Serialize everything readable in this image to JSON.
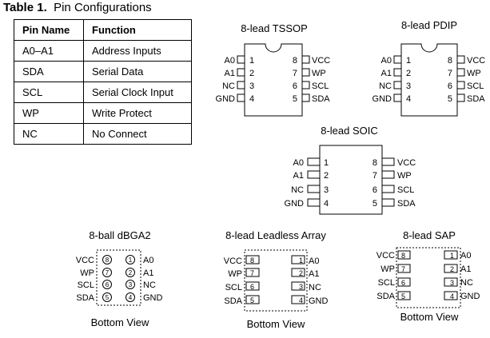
{
  "table": {
    "title_bold": "Table 1.",
    "title_rest": "Pin Configurations",
    "headers": [
      "Pin Name",
      "Function"
    ],
    "rows": [
      [
        "A0–A1",
        "Address Inputs"
      ],
      [
        "SDA",
        "Serial Data"
      ],
      [
        "SCL",
        "Serial Clock Input"
      ],
      [
        "WP",
        "Write Protect"
      ],
      [
        "NC",
        "No Connect"
      ]
    ]
  },
  "packages": {
    "tssop": {
      "title": "8-lead TSSOP",
      "left_pins": [
        {
          "name": "A0",
          "num": "1"
        },
        {
          "name": "A1",
          "num": "2"
        },
        {
          "name": "NC",
          "num": "3"
        },
        {
          "name": "GND",
          "num": "4"
        }
      ],
      "right_pins": [
        {
          "name": "VCC",
          "num": "8"
        },
        {
          "name": "WP",
          "num": "7"
        },
        {
          "name": "SCL",
          "num": "6"
        },
        {
          "name": "SDA",
          "num": "5"
        }
      ]
    },
    "pdip": {
      "title": "8-lead PDIP",
      "left_pins": [
        {
          "name": "A0",
          "num": "1"
        },
        {
          "name": "A1",
          "num": "2"
        },
        {
          "name": "NC",
          "num": "3"
        },
        {
          "name": "GND",
          "num": "4"
        }
      ],
      "right_pins": [
        {
          "name": "VCC",
          "num": "8"
        },
        {
          "name": "WP",
          "num": "7"
        },
        {
          "name": "SCL",
          "num": "6"
        },
        {
          "name": "SDA",
          "num": "5"
        }
      ]
    },
    "soic": {
      "title": "8-lead SOIC",
      "left_pins": [
        {
          "name": "A0",
          "num": "1"
        },
        {
          "name": "A1",
          "num": "2"
        },
        {
          "name": "NC",
          "num": "3"
        },
        {
          "name": "GND",
          "num": "4"
        }
      ],
      "right_pins": [
        {
          "name": "VCC",
          "num": "8"
        },
        {
          "name": "WP",
          "num": "7"
        },
        {
          "name": "SCL",
          "num": "6"
        },
        {
          "name": "SDA",
          "num": "5"
        }
      ]
    },
    "dbga": {
      "title": "8-ball dBGA2",
      "caption": "Bottom View",
      "left_balls": [
        {
          "name": "VCC",
          "num": "8"
        },
        {
          "name": "WP",
          "num": "7"
        },
        {
          "name": "SCL",
          "num": "6"
        },
        {
          "name": "SDA",
          "num": "5"
        }
      ],
      "right_balls": [
        {
          "name": "A0",
          "num": "1"
        },
        {
          "name": "A1",
          "num": "2"
        },
        {
          "name": "NC",
          "num": "3"
        },
        {
          "name": "GND",
          "num": "4"
        }
      ]
    },
    "leadless": {
      "title": "8-lead Leadless Array",
      "caption": "Bottom View",
      "left_pads": [
        {
          "name": "VCC",
          "num": "8"
        },
        {
          "name": "WP",
          "num": "7"
        },
        {
          "name": "SCL",
          "num": "6"
        },
        {
          "name": "SDA",
          "num": "5"
        }
      ],
      "right_pads": [
        {
          "name": "A0",
          "num": "1"
        },
        {
          "name": "A1",
          "num": "2"
        },
        {
          "name": "NC",
          "num": "3"
        },
        {
          "name": "GND",
          "num": "4"
        }
      ]
    },
    "sap": {
      "title": "8-lead SAP",
      "caption": "Bottom View",
      "left_pads": [
        {
          "name": "VCC",
          "num": "8"
        },
        {
          "name": "WP",
          "num": "7"
        },
        {
          "name": "SCL",
          "num": "6"
        },
        {
          "name": "SDA",
          "num": "5"
        }
      ],
      "right_pads": [
        {
          "name": "A0",
          "num": "1"
        },
        {
          "name": "A1",
          "num": "2"
        },
        {
          "name": "NC",
          "num": "3"
        },
        {
          "name": "GND",
          "num": "4"
        }
      ]
    }
  }
}
